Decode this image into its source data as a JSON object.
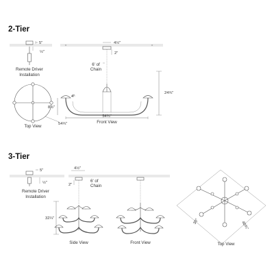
{
  "sections": {
    "two_tier": {
      "heading": "2-Tier",
      "remote": {
        "label_line1": "Remote Driver",
        "label_line2": "Installation",
        "dim_top": "5\"",
        "dim_side": "½\""
      },
      "front": {
        "dim_canopy": "4½\"",
        "dim_gap": "2\"",
        "chain_line1": "6' of",
        "chain_line2": "Chain",
        "dim_height": "24¾\"",
        "dim_arm_drop": "4\"",
        "dim_shade": "8½\"",
        "dim_width": "54¾\"",
        "label": "Front View"
      },
      "top": {
        "dim_width": "54¾\"",
        "label": "Top View"
      }
    },
    "three_tier": {
      "heading": "3-Tier",
      "remote": {
        "label_line1": "Remote Driver",
        "label_line2": "Installation",
        "dim_top": "5\"",
        "dim_side": "½\""
      },
      "side": {
        "dim_canopy": "4½\"",
        "dim_gap": "2\"",
        "chain_line1": "6' of",
        "chain_line2": "Chain",
        "dim_height": "32¼\"",
        "label": "Side View"
      },
      "front": {
        "label": "Front View"
      },
      "top": {
        "dim_a": "30\"",
        "dim_b": "40¾\"",
        "label": "Top View"
      }
    }
  }
}
